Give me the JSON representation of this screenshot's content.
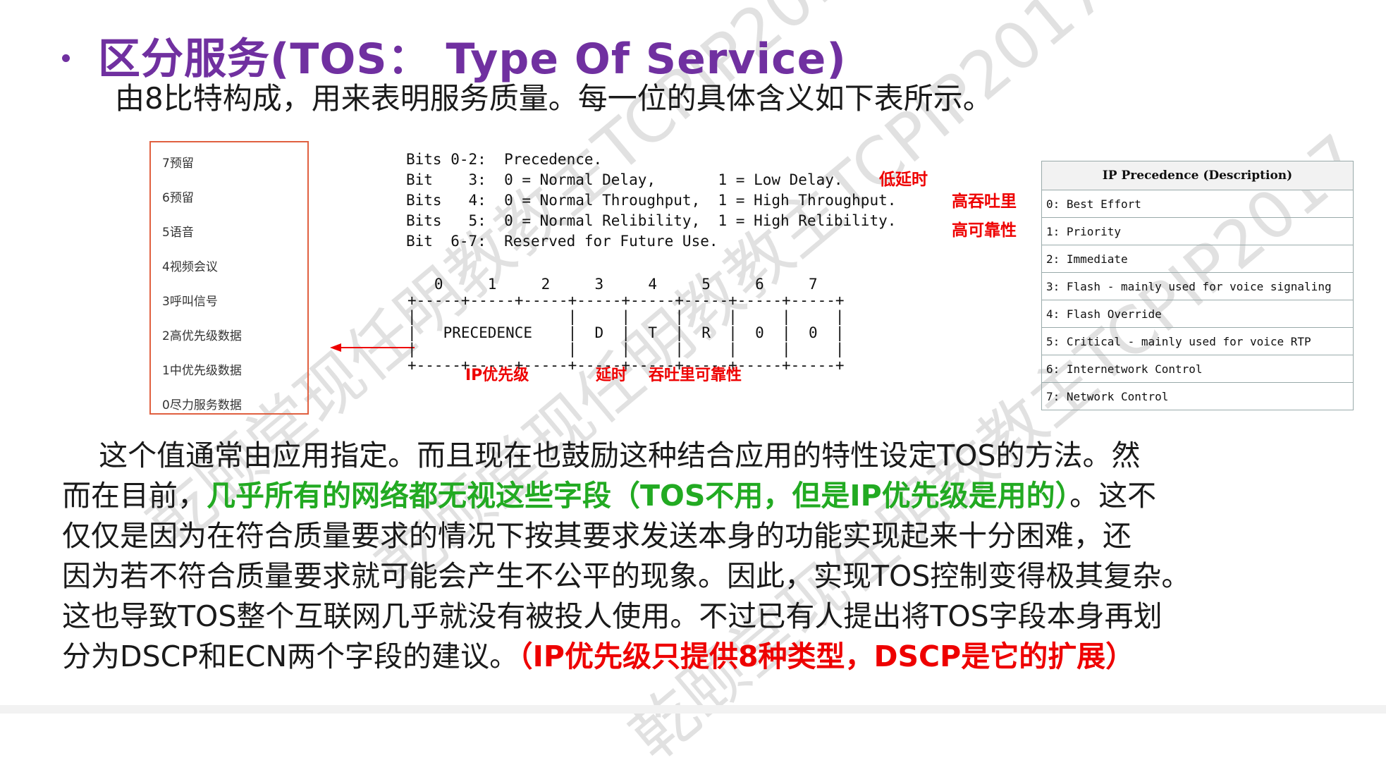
{
  "title": {
    "bullet": "•",
    "text": "区分服务(TOS： Type Of Service)"
  },
  "subtitle": "由8比特构成，用来表明服务质量。每一位的具体含义如下表所示。",
  "bit_list": [
    "7预留",
    "6预留",
    "5语音",
    "4视频会议",
    "3呼叫信号",
    "2高优先级数据",
    "1中优先级数据",
    "0尽力服务数据"
  ],
  "bits_desc": {
    "lines": [
      "Bits 0-2:  Precedence.",
      "Bit    3:  0 = Normal Delay,       1 = Low Delay.",
      "Bits   4:  0 = Normal Throughput,  1 = High Throughput.",
      "Bits   5:  0 = Normal Relibility,  1 = High Relibility.",
      "Bit  6-7:  Reserved for Future Use."
    ],
    "annotations": [
      "低延时",
      "高吞吐里",
      "高可靠性"
    ]
  },
  "diagram": {
    "lines": [
      "   0     1     2     3     4     5     6     7",
      "+-----+-----+-----+-----+-----+-----+-----+-----+",
      "|                 |     |     |     |     |     |",
      "|   PRECEDENCE    |  D  |  T  |  R  |  0  |  0  |",
      "|                 |     |     |     |     |     |",
      "+-----+-----+-----+-----+-----+-----+-----+-----+"
    ],
    "annotations": {
      "precedence": "IP优先级",
      "delay": "延时",
      "throughput_reliability": "吞吐里可靠性"
    }
  },
  "precedence_table": {
    "header": "IP Precedence (Description)",
    "rows": [
      "0: Best Effort",
      "1: Priority",
      "2: Immediate",
      "3: Flash - mainly used for voice signaling",
      "4: Flash Override",
      "5: Critical - mainly used for voice RTP",
      "6: Internetwork Control",
      "7: Network Control"
    ]
  },
  "paragraph": {
    "line1": "    这个值通常由应用指定。而且现在也鼓励这种结合应用的特性设定TOS的方法。然",
    "line2_a": "而在目前，",
    "line2_green": "几乎所有的网络都无视这些字段（TOS不用，但是IP优先级是用的）",
    "line2_b": "。这不",
    "line3": "仅仅是因为在符合质量要求的情况下按其要求发送本身的功能实现起来十分困难，还",
    "line4": "因为若不符合质量要求就可能会产生不公平的现象。因此，实现TOS控制变得极其复杂。",
    "line5": "这也导致TOS整个互联网几乎就没有被投人使用。不过已有人提出将TOS字段本身再划",
    "line6_a": "分为DSCP和ECN两个字段的建议。",
    "line6_red": "（IP优先级只提供8种类型，DSCP是它的扩展）"
  },
  "watermarks": [
    "乾颐堂现任明教教主TCPIP2017",
    "乾颐堂现任明教教主TCPIP2017",
    "乾颐堂现任明教教主TCPIP2017"
  ],
  "colors": {
    "title": "#7030a0",
    "annotation_red": "#ee0000",
    "highlight_green": "#22aa22",
    "box_border": "#e06040"
  }
}
